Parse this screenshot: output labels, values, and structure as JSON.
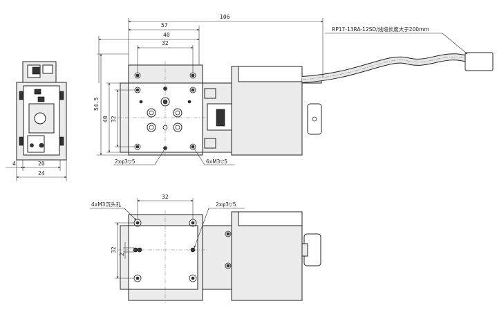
{
  "dimensions": {
    "overall_length": "106",
    "length_57": "57",
    "length_40": "40",
    "length_32_top": "32",
    "height_54_5": "54.5",
    "height_40": "40",
    "height_32": "32",
    "side_4": "4",
    "side_20": "20",
    "side_24": "24",
    "bottom_32_h": "32",
    "bottom_32_v": "32",
    "bottom_2": "2"
  },
  "callouts": {
    "cable_spec": "RP17-13RA-12SD/线缆长度大于200mm",
    "pin_holes_top": "2xφ3▽5",
    "screw_holes_top": "6xM3▽5",
    "countersunk_bottom": "4xM3沉头孔",
    "pin_holes_bottom": "2xφ3▽5"
  }
}
